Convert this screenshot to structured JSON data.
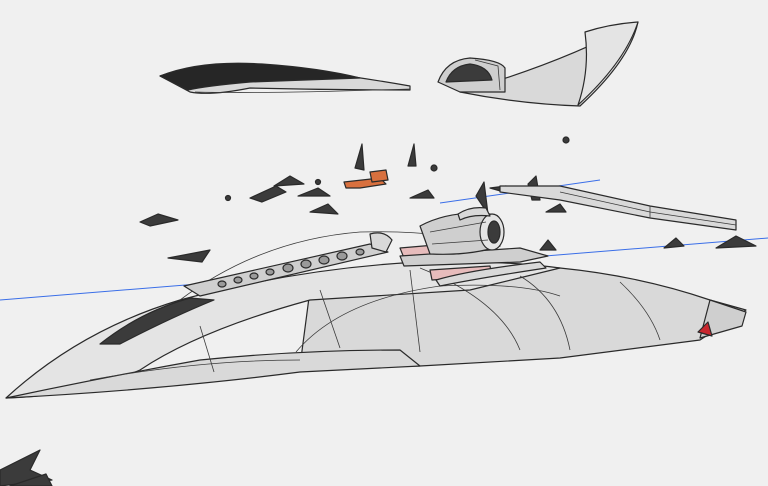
{
  "viewport": {
    "background": "#f0f0f0",
    "axis_color": "#3a6ee8",
    "model_fill": "#d9d9d9",
    "edge_color": "#2a2a2a",
    "highlight_color": "#d8703e",
    "accent_red": "#c9262e"
  },
  "parts": [
    "canopy-shell",
    "engine-intake-cover",
    "fuselage-main",
    "left-wing",
    "right-wing",
    "cockpit-frame",
    "engine-nozzle",
    "boom-arm",
    "small-fins",
    "selected-bracket"
  ]
}
